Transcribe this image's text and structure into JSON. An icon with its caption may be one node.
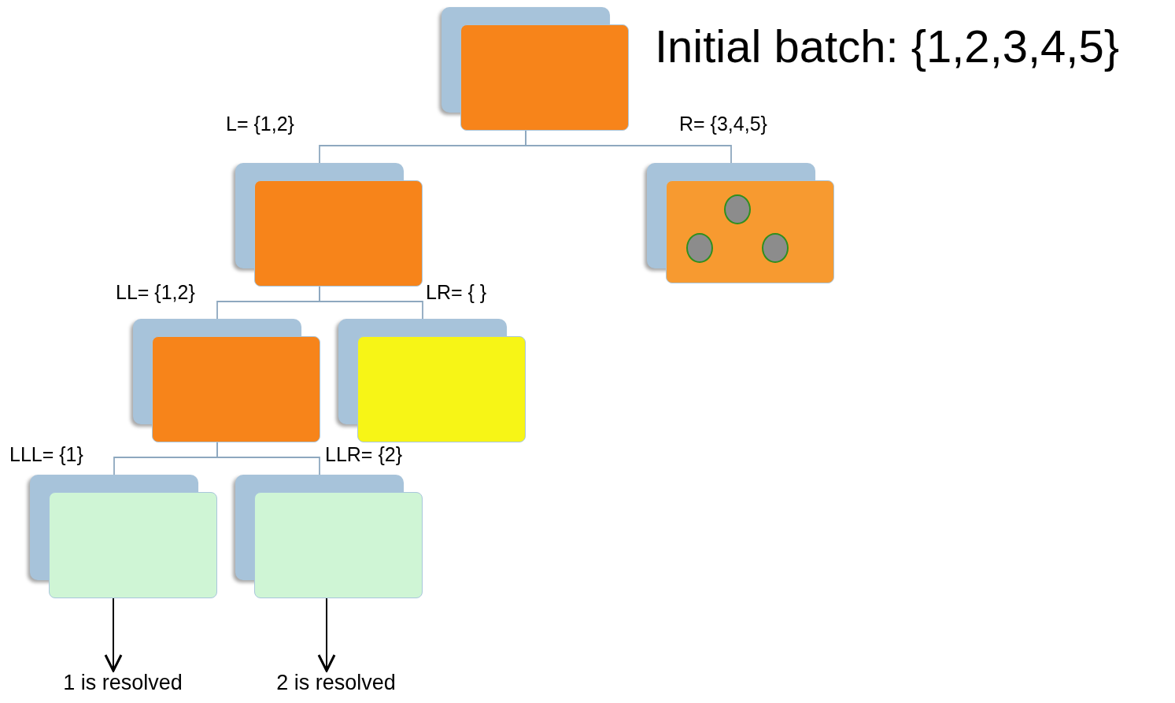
{
  "diagram": {
    "title": "Initial batch: {1,2,3,4,5}",
    "nodes": [
      {
        "text": [],
        "shape": "box"
      },
      {
        "text": [],
        "shape": "box"
      },
      {
        "text": [],
        "shape": "box"
      },
      {
        "text": [],
        "shape": "circle",
        "in": 2
      },
      {
        "text": [],
        "shape": "circle",
        "in": 2
      },
      {
        "text": [],
        "shape": "circle",
        "in": 2
      },
      {
        "text": [],
        "shape": "box"
      },
      {
        "text": [],
        "shape": "box"
      },
      {
        "text": [],
        "shape": "box"
      },
      {
        "text": [],
        "shape": "box"
      },
      {
        "text": [
          "1 is resolved"
        ]
      },
      {
        "text": [
          "2 is resolved"
        ]
      }
    ],
    "edges": [
      {
        "from": 0,
        "to": 1,
        "arrow": "none",
        "label": "L= {1,2}"
      },
      {
        "from": 0,
        "to": 2,
        "arrow": "none",
        "label": "R= {3,4,5}"
      },
      {
        "from": 1,
        "to": 6,
        "arrow": "none",
        "label": "LL= {1,2}"
      },
      {
        "from": 1,
        "to": 7,
        "arrow": "none",
        "label": "LR= { }"
      },
      {
        "from": 6,
        "to": 8,
        "arrow": "none",
        "label": "LLL= {1}"
      },
      {
        "from": 6,
        "to": 9,
        "arrow": "none",
        "label": "LLR= {2}"
      },
      {
        "from": 8,
        "to": 10,
        "arrow": "to",
        "color": "#000000"
      },
      {
        "from": 9,
        "to": 11,
        "arrow": "to",
        "color": "#000000"
      }
    ]
  }
}
